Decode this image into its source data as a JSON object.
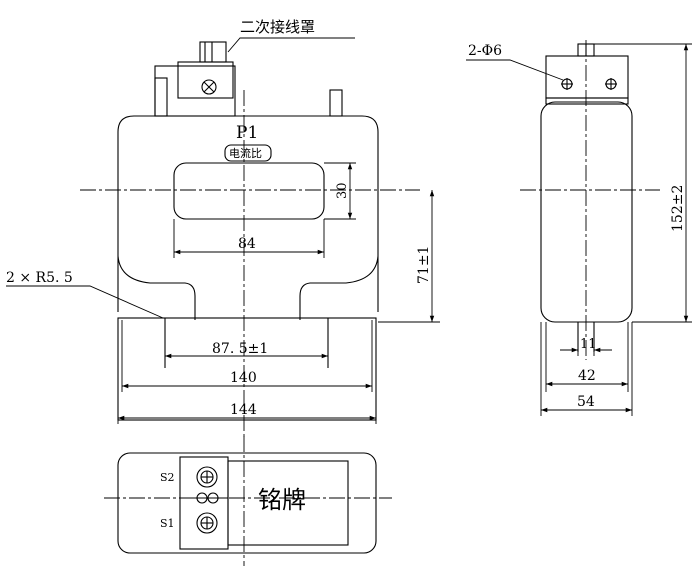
{
  "labels": {
    "secondary_cover": "二次接线罩",
    "hole_spec": "2-Φ6",
    "terminal_p1": "P1",
    "ratio_tag": "电流比",
    "fillet_spec": "2 × R5. 5",
    "nameplate": "铭牌",
    "terminal_s1": "S1",
    "terminal_s2": "S2"
  },
  "dimensions": {
    "window_height": "30",
    "window_width": "84",
    "center_height": "71±1",
    "base_span": "87. 5±1",
    "inner_width": "140",
    "overall_width": "144",
    "overall_height": "152±2",
    "bolt_pitch": "11",
    "side_inner_width": "42",
    "side_overall_width": "54"
  }
}
